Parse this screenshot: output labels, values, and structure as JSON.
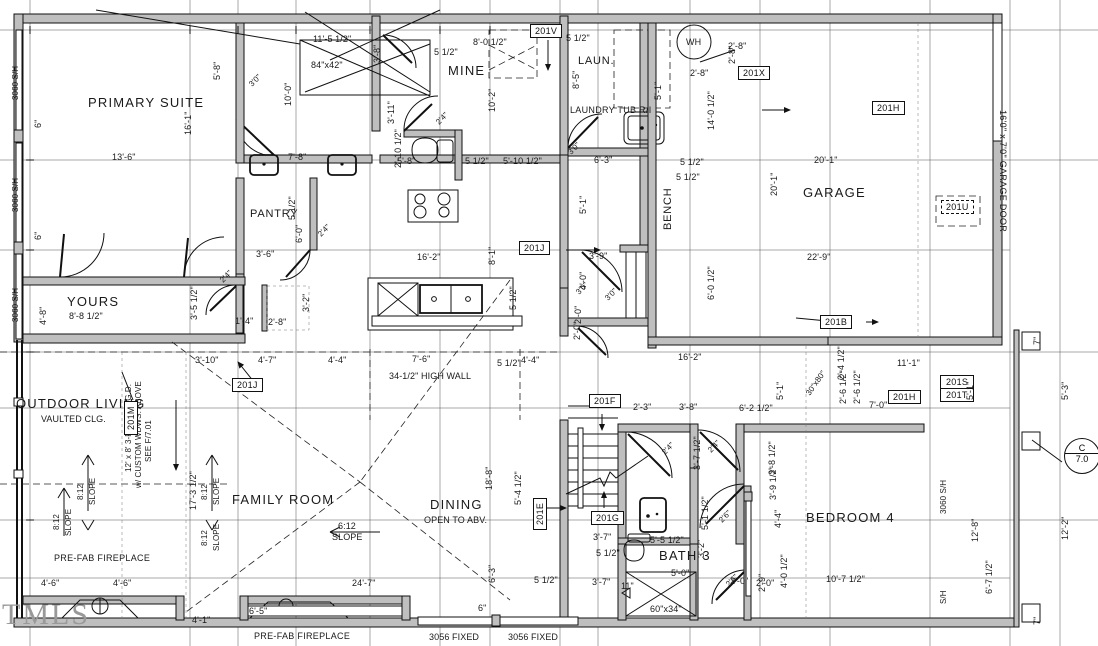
{
  "sheet": {
    "watermark": "TMLS",
    "colors": {
      "line": "#111111",
      "wall_fill": "#bfbfbf",
      "dim": "#333333",
      "watermark": "#999999"
    }
  },
  "rooms": [
    {
      "name": "PRIMARY SUITE",
      "sub": ""
    },
    {
      "name": "MINE",
      "sub": ""
    },
    {
      "name": "LAUN.",
      "sub": ""
    },
    {
      "name": "GARAGE",
      "sub": ""
    },
    {
      "name": "PANTRY",
      "sub": ""
    },
    {
      "name": "YOURS",
      "sub": "8'-8 1/2\""
    },
    {
      "name": "OUTDOOR LIVING",
      "sub": "VAULTED CLG."
    },
    {
      "name": "FAMILY ROOM",
      "sub": ""
    },
    {
      "name": "DINING",
      "sub": "OPEN TO ABV."
    },
    {
      "name": "BATH 3",
      "sub": ""
    },
    {
      "name": "BEDROOM 4",
      "sub": ""
    },
    {
      "name": "BENCH",
      "sub": ""
    }
  ],
  "notes": {
    "laundry_tub": "LAUNDRY TUB R/I",
    "garage_door": "16'0\" x 7'0\" GARAGE DOOR",
    "water_heater": "WH",
    "high_wall": "34-1/2\" HIGH WALL",
    "sgd": "12' x 8' 3-PANEL S.G.D.",
    "sgd2": "w/ CUSTOM WDWS. ABOVE",
    "sgd3": "SEE F/7.01",
    "fireplace_1": "PRE-FAB FIREPLACE",
    "fireplace_2": "PRE-FAB FIREPLACE",
    "shower": "60\"x34\"",
    "window_detail": "84\"x42\"",
    "win_3056_a": "3056 FIXED",
    "win_3056_b": "3056 FIXED",
    "sh_left_1": "3060 S/H",
    "sh_left_2": "3060 S/H",
    "sh_left_3": "3060 S/H",
    "sh_right_1": "3060 S/H",
    "sh_right_2": "S/H"
  },
  "slopes": [
    {
      "ratio": "8:12",
      "word": "SLOPE"
    },
    {
      "ratio": "8:12",
      "word": "SLOPE"
    },
    {
      "ratio": "8:12",
      "word": "SLOPE"
    },
    {
      "ratio": "8:12",
      "word": "SLOPE"
    },
    {
      "ratio": "6:12",
      "word": "SLOPE"
    }
  ],
  "tags": [
    {
      "id": "201V"
    },
    {
      "id": "201X"
    },
    {
      "id": "201H"
    },
    {
      "id": "201U"
    },
    {
      "id": "201J"
    },
    {
      "id": "201J"
    },
    {
      "id": "201M"
    },
    {
      "id": "201B"
    },
    {
      "id": "201F"
    },
    {
      "id": "201E"
    },
    {
      "id": "201G"
    },
    {
      "id": "201H"
    },
    {
      "id": "201S"
    },
    {
      "id": "201T"
    }
  ],
  "detail_callout": {
    "letter": "C",
    "sheet": "7.0"
  },
  "dimensions": {
    "horizontal": [
      "13'-6\"",
      "7'-8\"",
      "11'-5 1/2\"",
      "8'-0 1/2\"",
      "5 1/2\"",
      "5 1/2\"",
      "2'-8\"",
      "2'-8\"",
      "20'-1\"",
      "22'-9\"",
      "5'-8\"",
      "5 1/2\"",
      "5'-10 1/2\"",
      "6'-3\"",
      "5 1/2\"",
      "3'-6\"",
      "16'-2\"",
      "3'-9\"",
      "1'-4\"",
      "2'-8\"",
      "3'-10\"",
      "4'-7\"",
      "4'-4\"",
      "7'-6\"",
      "4'-4\"",
      "16'-2\"",
      "11'-1\"",
      "7'-0\"",
      "2'-3\"",
      "3'-8\"",
      "6'-2 1/2\"",
      "5'-5 1/2\"",
      "3'-7\"",
      "3'-7\"",
      "5 1/2\"",
      "5 1/2\"",
      "5'-0\"",
      "2'-0\"",
      "10'-7 1/2\"",
      "4'-6\"",
      "4'-6\"",
      "4'-1\"",
      "6'-5\"",
      "24'-7\"",
      "6\"",
      "11\"",
      "5 1/2\"",
      "5 1/2\"",
      "2'-0\""
    ],
    "vertical": [
      "16'-1\"",
      "5'-8\"",
      "10'-0\"",
      "3'-8\"",
      "3'-11\"",
      "10'-2\"",
      "8'-5\"",
      "14'-0 1/2\"",
      "20'-1\"",
      "2'-8\"",
      "2'-10 1/2\"",
      "5 1/2\"",
      "6'-0\"",
      "5'-1\"",
      "5'-1\"",
      "8'-1\"",
      "5 1/2\"",
      "6'-0 1/2\"",
      "3'-5 1/2\"",
      "4'-8\"",
      "3'-2\"",
      "17'-3 1/2\"",
      "18'-8\"",
      "5'-4 1/2\"",
      "6'-3\"",
      "2'-0\"",
      "4'-0\"",
      "3'-7 1/2\"",
      "3'-8 1/2\"",
      "3'-9 1/2\"",
      "5'-1 1/2\"",
      "4'-4\"",
      "4'-0 1/2\"",
      "12'-8\"",
      "6'-7 1/2\"",
      "5'-3\"",
      "12'-2\"",
      "2'-6 1/2\"",
      "2'-6 1/2\"",
      "2'-4 1/2\"",
      "5'-1\"",
      "5'-1\"",
      "7\"",
      "7\"",
      "2'-0\"",
      "2'-9\"",
      "6\"",
      "6\"",
      "3'-2\"",
      "30\"x80\""
    ],
    "door_widths": [
      "3'0\"",
      "2'4\"",
      "2'4\"",
      "2'4\"",
      "2'6\"",
      "2'6\"",
      "3'0\"",
      "3'0\"",
      "3'0\"",
      "2'4\"",
      "2'4\""
    ]
  }
}
